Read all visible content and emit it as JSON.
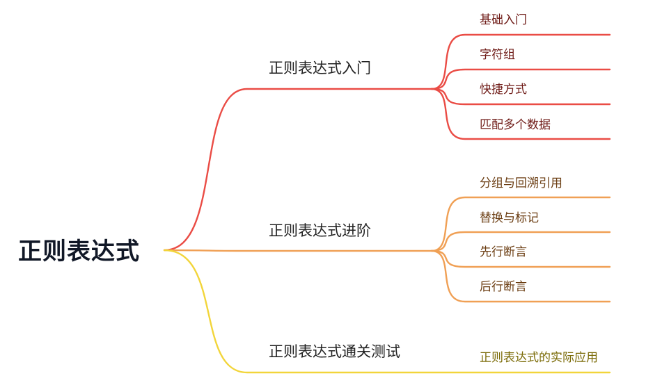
{
  "root": {
    "label": "正则表达式"
  },
  "branches": [
    {
      "label": "正则表达式入门",
      "color": "#ea4c45",
      "text_color": "#6e1a16",
      "children": [
        "基础入门",
        "字符组",
        "快捷方式",
        "匹配多个数据"
      ]
    },
    {
      "label": "正则表达式进阶",
      "color": "#f0a055",
      "text_color": "#6b3d12",
      "children": [
        "分组与回溯引用",
        "替换与标记",
        "先行断言",
        "后行断言"
      ]
    },
    {
      "label": "正则表达式通关测试",
      "color": "#f2d53a",
      "text_color": "#7a6a06",
      "children": [
        "正则表达式的实际应用"
      ]
    }
  ]
}
